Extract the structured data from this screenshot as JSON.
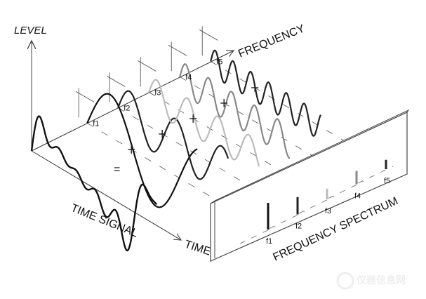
{
  "axes": {
    "level": "LEVEL",
    "frequency": "FREQUENCY",
    "time": "TIME"
  },
  "labels": {
    "time_signal": "TIME SIGNAL",
    "frequency_spectrum": "FREQUENCY SPECTRUM",
    "equals": "="
  },
  "components": [
    {
      "label": "f1",
      "cycles": 1.2,
      "amplitude": 1.0,
      "color": "#111111",
      "spectrum_level": 1.0
    },
    {
      "label": "f2",
      "cycles": 2.4,
      "amplitude": 0.55,
      "color": "#222222",
      "spectrum_level": 0.65
    },
    {
      "label": "f3",
      "cycles": 3.6,
      "amplitude": 0.4,
      "color": "#bbbbbb",
      "spectrum_level": 0.4
    },
    {
      "label": "f4",
      "cycles": 4.8,
      "amplitude": 0.38,
      "color": "#888888",
      "spectrum_level": 0.5
    },
    {
      "label": "f5",
      "cycles": 6.2,
      "amplitude": 0.32,
      "color": "#222222",
      "spectrum_level": 0.35
    }
  ],
  "watermark": {
    "text": "仪器信息网",
    "url": "www.instrument.com.cn"
  }
}
